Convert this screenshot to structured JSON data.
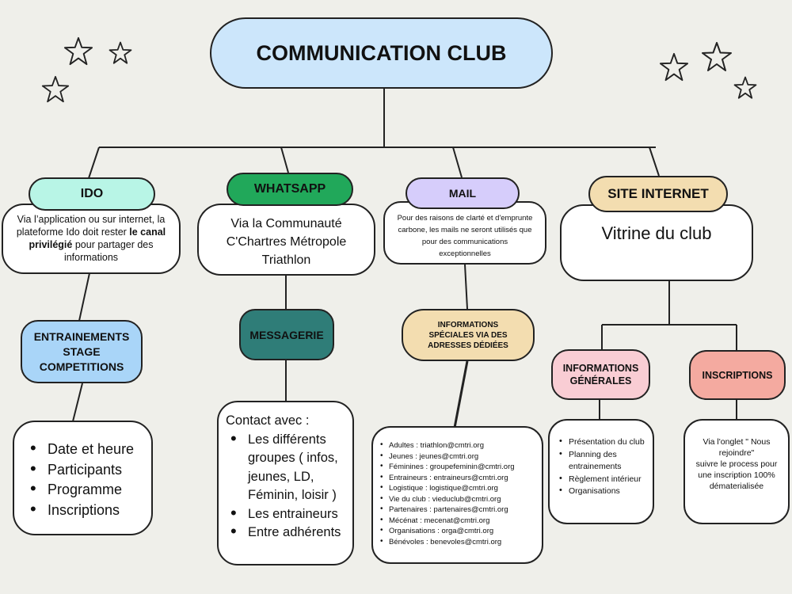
{
  "title": "COMMUNICATION CLUB",
  "colors": {
    "title": "#cce6fb",
    "ido": "#b8f5e6",
    "whatsapp": "#21a85a",
    "mail": "#d6cdfb",
    "site": "#f3ddb0",
    "entrainements": "#a9d5f8",
    "messagerie": "#2f7d78",
    "infos_speciales": "#f3ddb0",
    "infos_generales": "#f9cdd4",
    "inscriptions": "#f4aaa0"
  },
  "ido": {
    "label": "IDO",
    "text_pre": "Via l’application ou sur internet, la plateforme Ido doit rester ",
    "text_bold": "le canal privilégié",
    "text_post": " pour partager des informations",
    "sub_label_1": "ENTRAINEMENTS",
    "sub_label_2": "STAGE",
    "sub_label_3": "COMPETITIONS",
    "items": [
      "Date et heure",
      "Participants",
      "Programme",
      "Inscriptions"
    ]
  },
  "whatsapp": {
    "label": "WHATSAPP",
    "text_1": "Via la Communauté",
    "text_2": "C'Chartres Métropole",
    "text_3": "Triathlon",
    "sub_label": "MESSAGERIE",
    "contact_title": "Contact avec :",
    "items": [
      "Les différents groupes ( infos, jeunes, LD, Féminin, loisir )",
      "Les entraineurs",
      "Entre adhérents"
    ]
  },
  "mail": {
    "label": "MAIL",
    "text": "Pour des raisons de clarté et d'emprunte carbone, les mails ne seront utilisés que pour des communications exceptionnelles",
    "sub_label": "INFORMATIONS SPÉCIALES VIA DES ADRESSES DÉDIÉES",
    "addresses": [
      "Adultes : triathlon@cmtri.org",
      "Jeunes : jeunes@cmtri.org",
      "Féminines : groupefeminin@cmtri.org",
      "Entraineurs : entraineurs@cmtri.org",
      "Logistique : logistique@cmtri.org",
      "Vie du club : vieduclub@cmtri.org",
      "Partenaires : partenaires@cmtri.org",
      "Mécénat : mecenat@cmtri.org",
      "Organisations : orga@cmtri.org",
      "Bénévoles : benevoles@cmtri.org"
    ]
  },
  "site": {
    "label": "SITE INTERNET",
    "text": "Vitrine du club",
    "infos_label_1": "INFORMATIONS",
    "infos_label_2": "GÉNÉRALES",
    "infos_items": [
      "Présentation du club",
      "Planning des entrainements",
      "Règlement intérieur",
      "Organisations"
    ],
    "inscriptions_label": "INSCRIPTIONS",
    "inscriptions_text_1": "Via l'onglet \" Nous rejoindre\"",
    "inscriptions_text_2": "suivre le process pour une inscription 100% dématerialisée"
  }
}
